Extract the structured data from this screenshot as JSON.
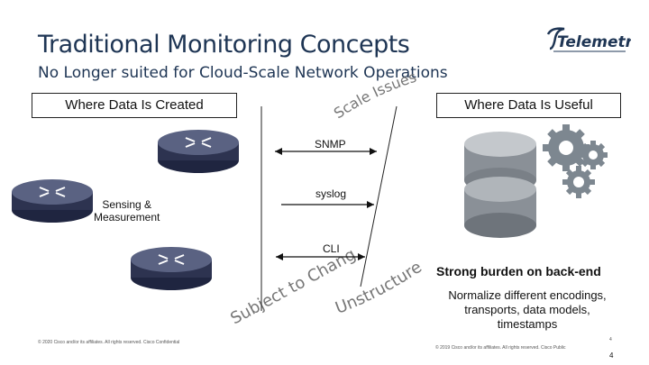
{
  "slide": {
    "title": "Traditional Monitoring Concepts",
    "subtitle": "No Longer suited for Cloud-Scale Network Operations",
    "logo_text": "Telemetry",
    "left_box": "Where Data Is Created",
    "right_box": "Where Data Is Useful",
    "scale_issues": "Scale Issues",
    "subject_to_change": "Subject to Change",
    "unstructured": "Unstructured",
    "protocols": {
      "snmp": "SNMP",
      "syslog": "syslog",
      "cli": "CLI"
    },
    "sensing": "Sensing &\nMeasurement",
    "burden": "Strong burden on back-end",
    "normalize": "Normalize different encodings,\ntransports, data models,\ntimestamps",
    "footer_left": "© 2020 Cisco and/or its affiliates. All rights reserved.   Cisco Confidential",
    "footer_right": "© 2019 Cisco and/or its affiliates. All rights reserved.   Cisco Public",
    "page_small": "4",
    "page_number": "4"
  },
  "colors": {
    "title": "#1e3554",
    "arc_text": "#777777",
    "device": "#2d3350",
    "gear": "#7d8790",
    "db": "#9aa0a6"
  }
}
